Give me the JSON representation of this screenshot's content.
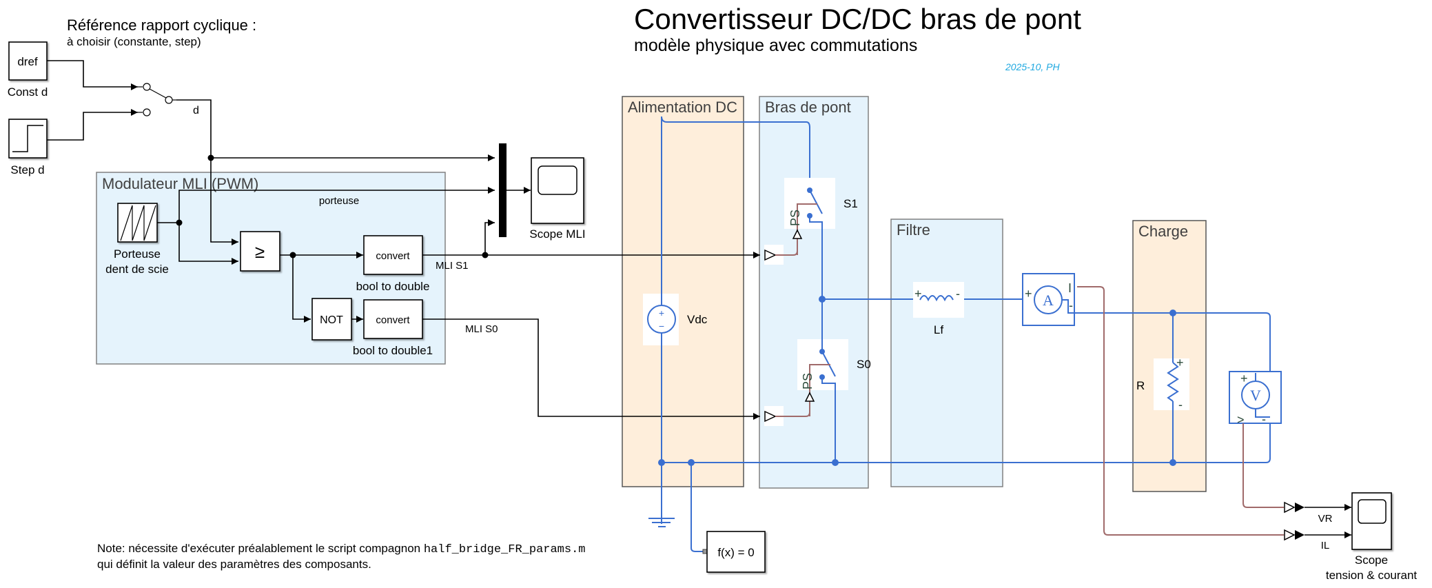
{
  "title": {
    "main": "Convertisseur DC/DC bras de pont",
    "subtitle": "modèle physique avec commutations",
    "credit": "2025-10, PH"
  },
  "reference": {
    "heading": "Référence rapport cyclique :",
    "subheading": "à choisir (constante, step)"
  },
  "blocks": {
    "const_d": {
      "value": "dref",
      "label": "Const d"
    },
    "step_d": {
      "label": "Step d"
    },
    "switch_output_label": "d",
    "sawtooth": {
      "label_line1": "Porteuse",
      "label_line2": "dent de scie"
    },
    "compare": {
      "symbol": "≥"
    },
    "convert1": {
      "text": "convert",
      "label": "bool to double"
    },
    "not": {
      "text": "NOT"
    },
    "convert2": {
      "text": "convert",
      "label": "bool to double1"
    },
    "scope_mli": {
      "label": "Scope MLI"
    },
    "vdc": {
      "label": "Vdc",
      "plus": "+",
      "minus": "−"
    },
    "s1": {
      "label": "S1",
      "port": "PS"
    },
    "s0": {
      "label": "S0",
      "port": "PS"
    },
    "lf": {
      "label": "Lf",
      "plus": "+",
      "minus": "-"
    },
    "ammeter": {
      "symbol": "A",
      "plus": "+",
      "minus": "-",
      "out": "I"
    },
    "resistor": {
      "label": "R",
      "plus": "+",
      "minus": "-"
    },
    "voltmeter": {
      "symbol": "V",
      "plus": "+",
      "minus": "-",
      "out": ">"
    },
    "solver": {
      "text": "f(x) = 0"
    },
    "scope_vi": {
      "label_line1": "Scope",
      "label_line2": "tension & courant"
    }
  },
  "signals": {
    "porteuse": "porteuse",
    "mli_s1": "MLI S1",
    "mli_s0": "MLI S0",
    "vr": "VR",
    "il": "IL"
  },
  "areas": {
    "modulateur": "Modulateur MLI (PWM)",
    "alimentation": "Alimentation DC",
    "bras": "Bras de pont",
    "filtre": "Filtre",
    "charge": "Charge"
  },
  "note": {
    "line1_prefix": "Note: nécessite d'exécuter préalablement le script compagnon ",
    "script_name": "half_bridge_FR_params.m",
    "line2": "qui définit la valeur des paramètres des composants."
  },
  "colors": {
    "physical_wire": "#3a6fd0",
    "ps_wire": "#a06a6a",
    "area_blue": "#e5f3fc",
    "area_orange": "#feeedb",
    "credit": "#1ea8e0"
  }
}
